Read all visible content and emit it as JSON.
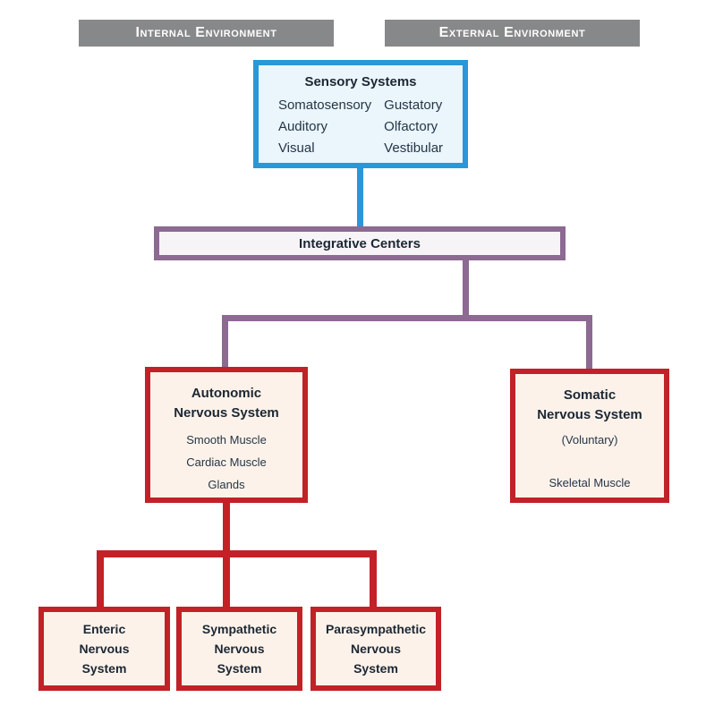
{
  "colors": {
    "blue": "#2997d8",
    "blue_background": "#eaf5fc",
    "purple": "#8c6a92",
    "purple_background": "#f7f4f7",
    "red": "#c22127",
    "cream_background": "#fcf2ea",
    "gray_bar": "#87888a",
    "title_text": "#1c2733",
    "body_text": "#253647"
  },
  "headers": {
    "internal": "Internal Environment",
    "external": "External Environment"
  },
  "sensory": {
    "title": "Sensory Systems",
    "left_items": [
      "Somatosensory",
      "Auditory",
      "Visual"
    ],
    "right_items": [
      "Gustatory",
      "Olfactory",
      "Vestibular"
    ]
  },
  "integrative": {
    "title": "Integrative Centers"
  },
  "autonomic": {
    "title_lines": [
      "Autonomic",
      "Nervous System"
    ],
    "items": [
      "Smooth Muscle",
      "Cardiac Muscle",
      "Glands"
    ]
  },
  "somatic": {
    "title_lines": [
      "Somatic",
      "Nervous System"
    ],
    "subtitle": "(Voluntary)",
    "item": "Skeletal Muscle"
  },
  "branches": {
    "enteric": {
      "title_lines": [
        "Enteric",
        "Nervous",
        "System"
      ]
    },
    "sympathetic": {
      "title_lines": [
        "Sympathetic",
        "Nervous",
        "System"
      ]
    },
    "parasympathetic": {
      "title_lines": [
        "Parasympathetic",
        "Nervous",
        "System"
      ]
    }
  }
}
